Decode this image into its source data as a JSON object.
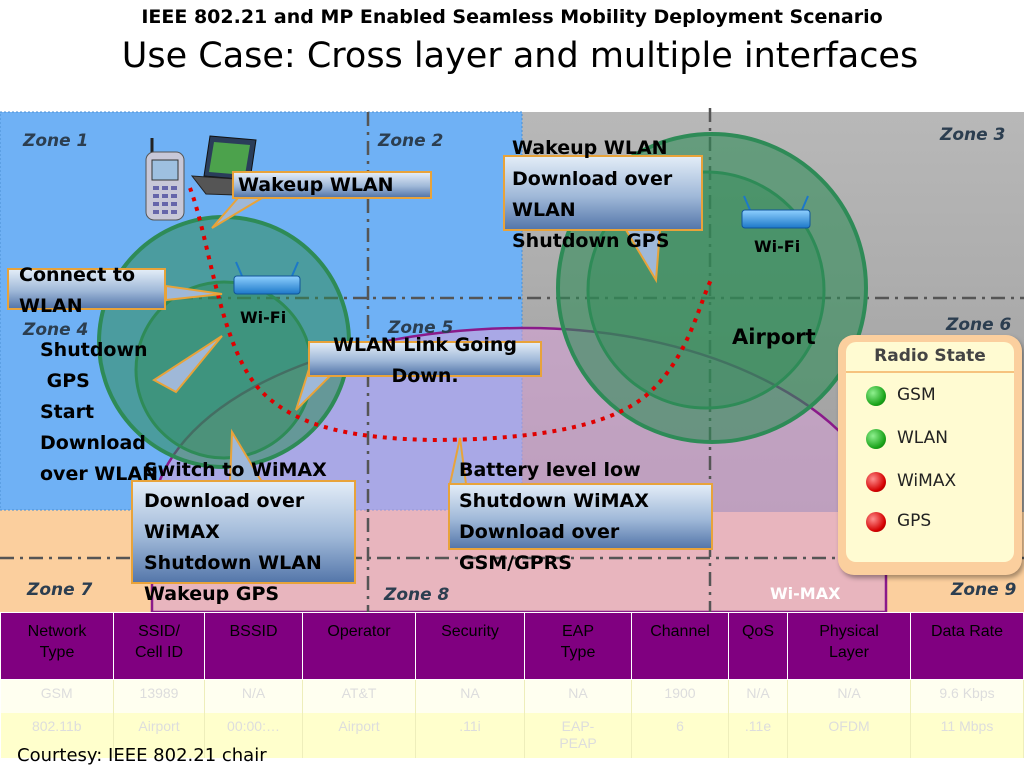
{
  "header": {
    "subtitle": "IEEE 802.21 and MP Enabled Seamless Mobility Deployment Scenario",
    "title": "Use Case:   Cross layer and multiple interfaces"
  },
  "zones": {
    "z1": "Zone 1",
    "z2": "Zone 2",
    "z3": "Zone 3",
    "z4": "Zone 4",
    "z5": "Zone 5",
    "z6": "Zone 6",
    "z7": "Zone 7",
    "z8": "Zone 8",
    "z9": "Zone 9"
  },
  "labels": {
    "wifi_left": "Wi-Fi",
    "wifi_right": "Wi-Fi",
    "airport": "Airport",
    "wimax": "Wi-MAX"
  },
  "callouts": {
    "wakeup_wlan": "Wakeup WLAN",
    "wakeup_download": "Wakeup WLAN\nDownload over\nWLAN\nShutdown GPS",
    "connect_wlan": "Connect to\nWLAN",
    "shutdown_start": "Shutdown\n GPS\nStart\nDownload\nover WLAN",
    "link_down": "WLAN Link Going\nDown.",
    "switch_wimax": "Switch to WiMAX\nDownload over\nWiMAX\nShutdown WLAN\nWakeup GPS",
    "battery_low": "Battery level low\nShutdown WiMAX\nDownload over\nGSM/GPRS"
  },
  "radio_state": {
    "title": "Radio State",
    "items": [
      {
        "name": "GSM",
        "status": "on",
        "color": "#1aa31a"
      },
      {
        "name": "WLAN",
        "status": "on",
        "color": "#1aa31a"
      },
      {
        "name": "WiMAX",
        "status": "off",
        "color": "#d40000"
      },
      {
        "name": "GPS",
        "status": "off",
        "color": "#d40000"
      }
    ]
  },
  "table": {
    "headers": [
      "Network\nType",
      "SSID/\nCell ID",
      "BSSID",
      "Operator",
      "Security",
      "EAP\nType",
      "Channel",
      "QoS",
      "Physical\nLayer",
      "Data Rate"
    ],
    "rows": [
      [
        "GSM",
        "13989",
        "N/A",
        "AT&T",
        "NA",
        "NA",
        "1900",
        "N/A",
        "N/A",
        "9.6 Kbps"
      ],
      [
        "802.11b",
        "Airport",
        "00:00:…",
        "Airport",
        ".11i",
        "EAP-\nPEAP",
        "6",
        ".11e",
        "OFDM",
        "11 Mbps"
      ]
    ]
  },
  "footer": {
    "courtesy": "Courtesy:  IEEE 802.21 chair"
  },
  "colors": {
    "zone_blue": "#6fb1f5",
    "zone_gray": "#a8a8a8",
    "zone_peach": "#fbcf9e",
    "wimax_lavender": "#d9a0d9",
    "wifi_green": "#2e8b57",
    "table_header": "#800080",
    "path_red": "#e00000"
  }
}
